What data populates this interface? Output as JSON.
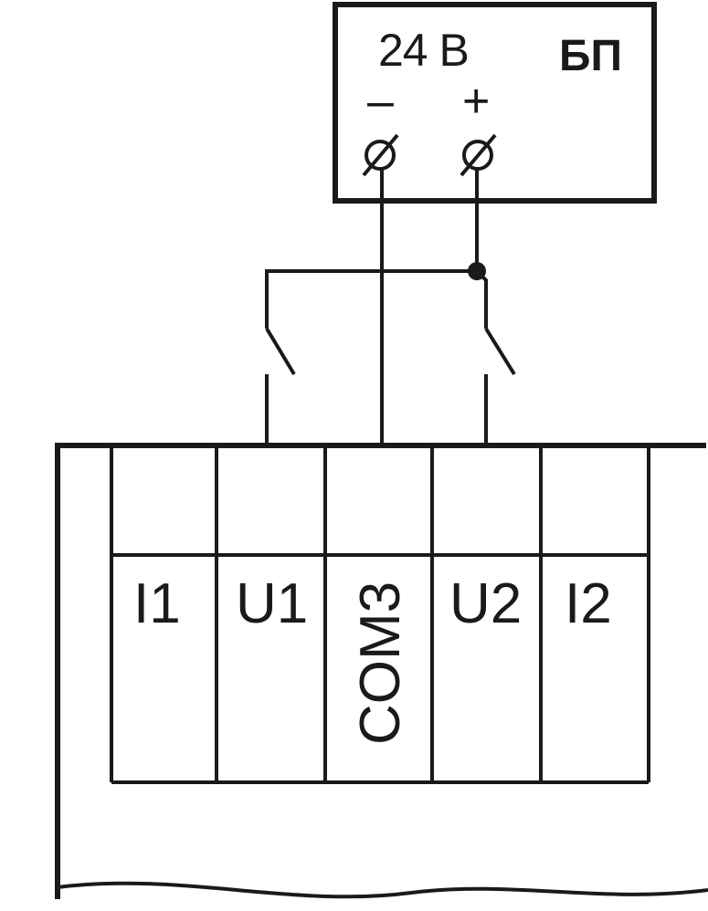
{
  "power_supply": {
    "voltage": "24 В",
    "name": "БП",
    "negative_sign": "–",
    "positive_sign": "+"
  },
  "terminals": [
    "I1",
    "U1",
    "COM3",
    "U2",
    "I2"
  ]
}
